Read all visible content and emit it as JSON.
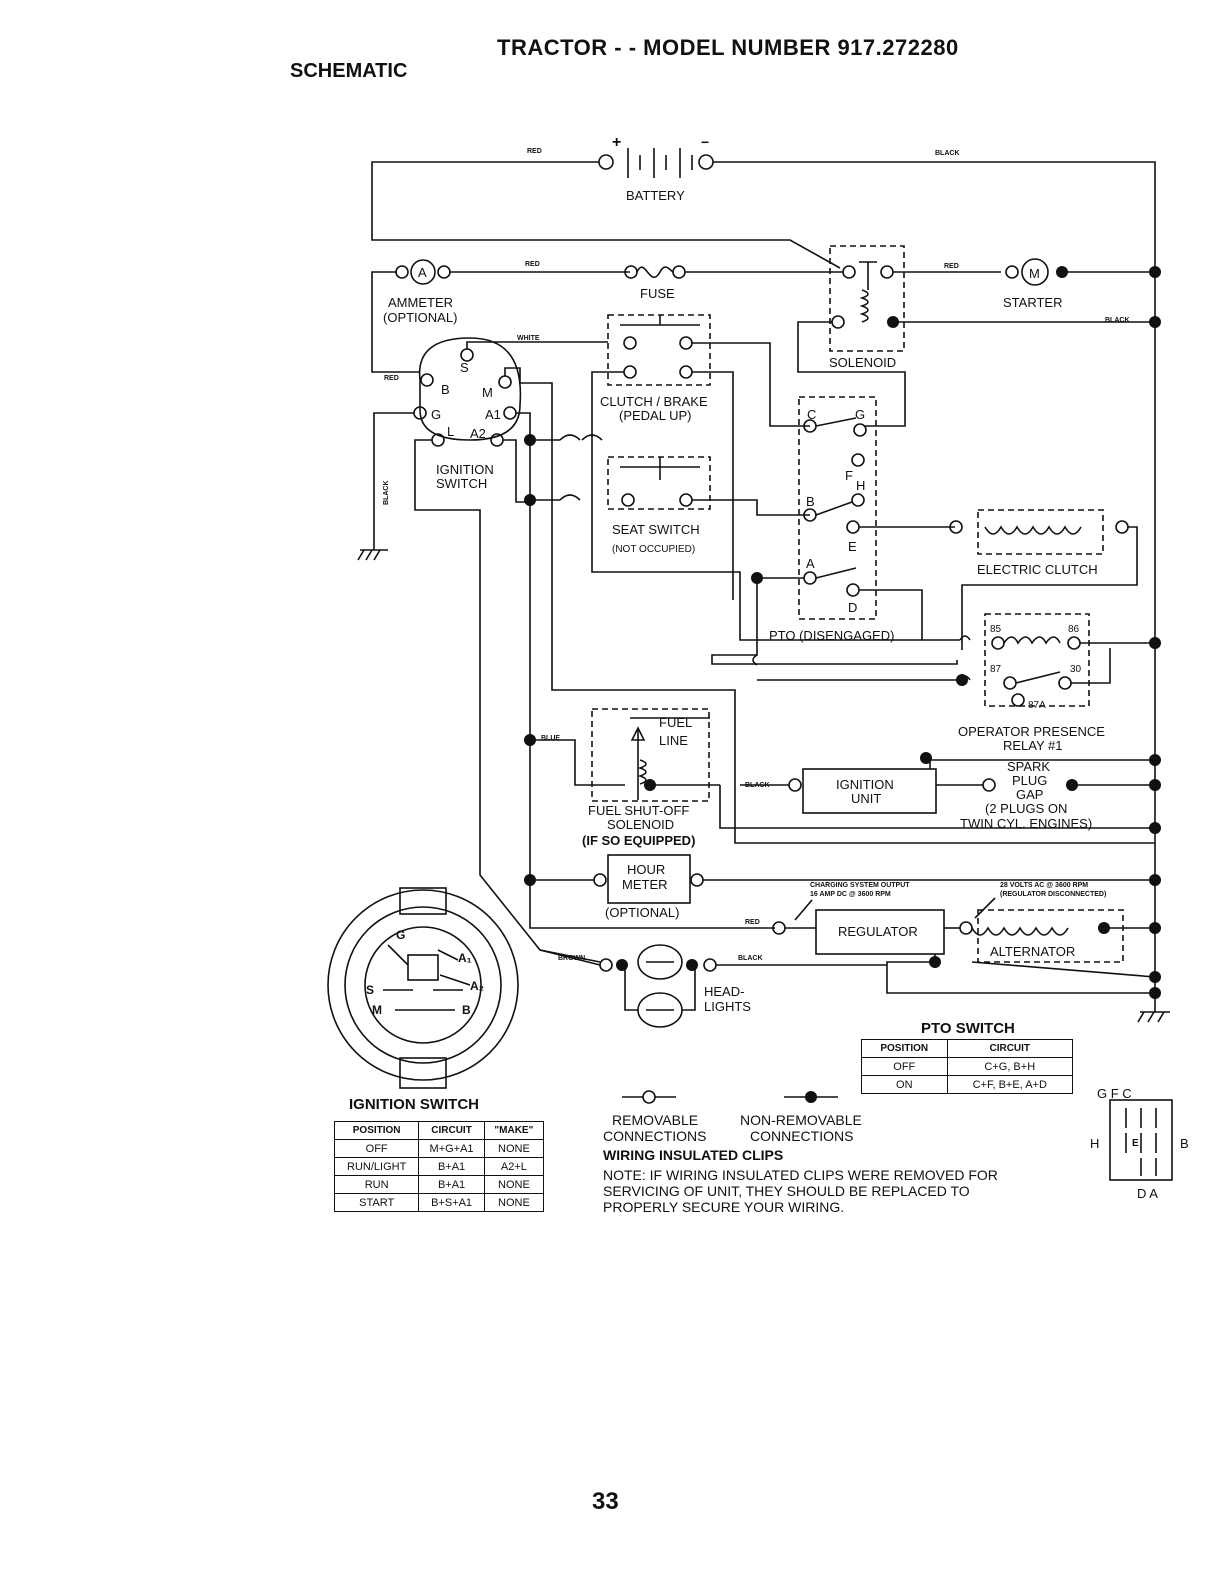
{
  "header": {
    "title": "TRACTOR - - MODEL NUMBER 917.272280",
    "section": "SCHEMATIC"
  },
  "components": {
    "battery": "BATTERY",
    "ammeter": "AMMETER",
    "ammeter_opt": "(OPTIONAL)",
    "fuse": "FUSE",
    "starter": "STARTER",
    "solenoid": "SOLENOID",
    "clutch_brake": "CLUTCH / BRAKE",
    "clutch_brake_sub": "(PEDAL UP)",
    "ignition_switch": "IGNITION",
    "ignition_switch2": "SWITCH",
    "seat_switch": "SEAT SWITCH",
    "seat_switch_sub": "(NOT OCCUPIED)",
    "electric_clutch": "ELECTRIC CLUTCH",
    "pto": "PTO (DISENGAGED)",
    "relay": "OPERATOR PRESENCE",
    "relay2": "RELAY #1",
    "fuel_line": "FUEL",
    "fuel_line2": "LINE",
    "fuel_solenoid": "FUEL SHUT-OFF",
    "fuel_solenoid2": "SOLENOID",
    "fuel_solenoid3": "(IF SO EQUIPPED)",
    "ignition_unit": "IGNITION",
    "ignition_unit2": "UNIT",
    "spark_plug": "SPARK",
    "spark_plug2": "PLUG",
    "spark_plug3": "GAP",
    "spark_note": "(2 PLUGS ON",
    "spark_note2": "TWIN CYL. ENGINES)",
    "hour_meter": "HOUR",
    "hour_meter2": "METER",
    "hour_meter_opt": "(OPTIONAL)",
    "charging_note": "CHARGING SYSTEM OUTPUT",
    "charging_note2": "16 AMP DC @ 3600 RPM",
    "ac_note": "28 VOLTS AC @ 3600 RPM",
    "ac_note2": "(REGULATOR DISCONNECTED)",
    "regulator": "REGULATOR",
    "alternator": "ALTERNATOR",
    "headlights": "HEAD-",
    "headlights2": "LIGHTS"
  },
  "terminals": {
    "plus": "+",
    "minus": "−",
    "ammeter_a": "A",
    "starter_m": "M",
    "ign_s": "S",
    "ign_b": "B",
    "ign_m": "M",
    "ign_g": "G",
    "ign_a1": "A1",
    "ign_l": "L",
    "ign_a2": "A2",
    "pto_c": "C",
    "pto_g": "G",
    "pto_f": "F",
    "pto_h": "H",
    "pto_b": "B",
    "pto_e": "E",
    "pto_a": "A",
    "pto_d": "D",
    "relay_85": "85",
    "relay_86": "86",
    "relay_87": "87",
    "relay_30": "30",
    "relay_87a": "87A"
  },
  "wires": {
    "red": "RED",
    "black": "BLACK",
    "white": "WHITE",
    "blue": "BLUE",
    "brown": "BROWN"
  },
  "ignition_face": {
    "g": "G",
    "a1": "A₁",
    "a2": "A₂",
    "s": "S",
    "m": "M",
    "b": "B"
  },
  "ignition_table": {
    "caption": "IGNITION SWITCH",
    "headers": [
      "POSITION",
      "CIRCUIT",
      "\"MAKE\""
    ],
    "rows": [
      [
        "OFF",
        "M+G+A1",
        "NONE"
      ],
      [
        "RUN/LIGHT",
        "B+A1",
        "A2+L"
      ],
      [
        "RUN",
        "B+A1",
        "NONE"
      ],
      [
        "START",
        "B+S+A1",
        "NONE"
      ]
    ]
  },
  "pto_table": {
    "caption": "PTO SWITCH",
    "headers": [
      "POSITION",
      "CIRCUIT"
    ],
    "rows": [
      [
        "OFF",
        "C+G, B+H"
      ],
      [
        "ON",
        "C+F, B+E, A+D"
      ]
    ]
  },
  "legend": {
    "removable": "REMOVABLE",
    "removable2": "CONNECTIONS",
    "nonremovable": "NON-REMOVABLE",
    "nonremovable2": "CONNECTIONS",
    "clips_title": "WIRING INSULATED CLIPS",
    "note1": "NOTE: IF WIRING INSULATED CLIPS WERE REMOVED FOR",
    "note2": "SERVICING OF UNIT, THEY SHOULD BE REPLACED TO",
    "note3": "PROPERLY SECURE YOUR WIRING."
  },
  "pto_face": {
    "top": "G F C",
    "h": "H",
    "b": "B",
    "e": "E",
    "bottom": "D A"
  },
  "page_number": "33"
}
